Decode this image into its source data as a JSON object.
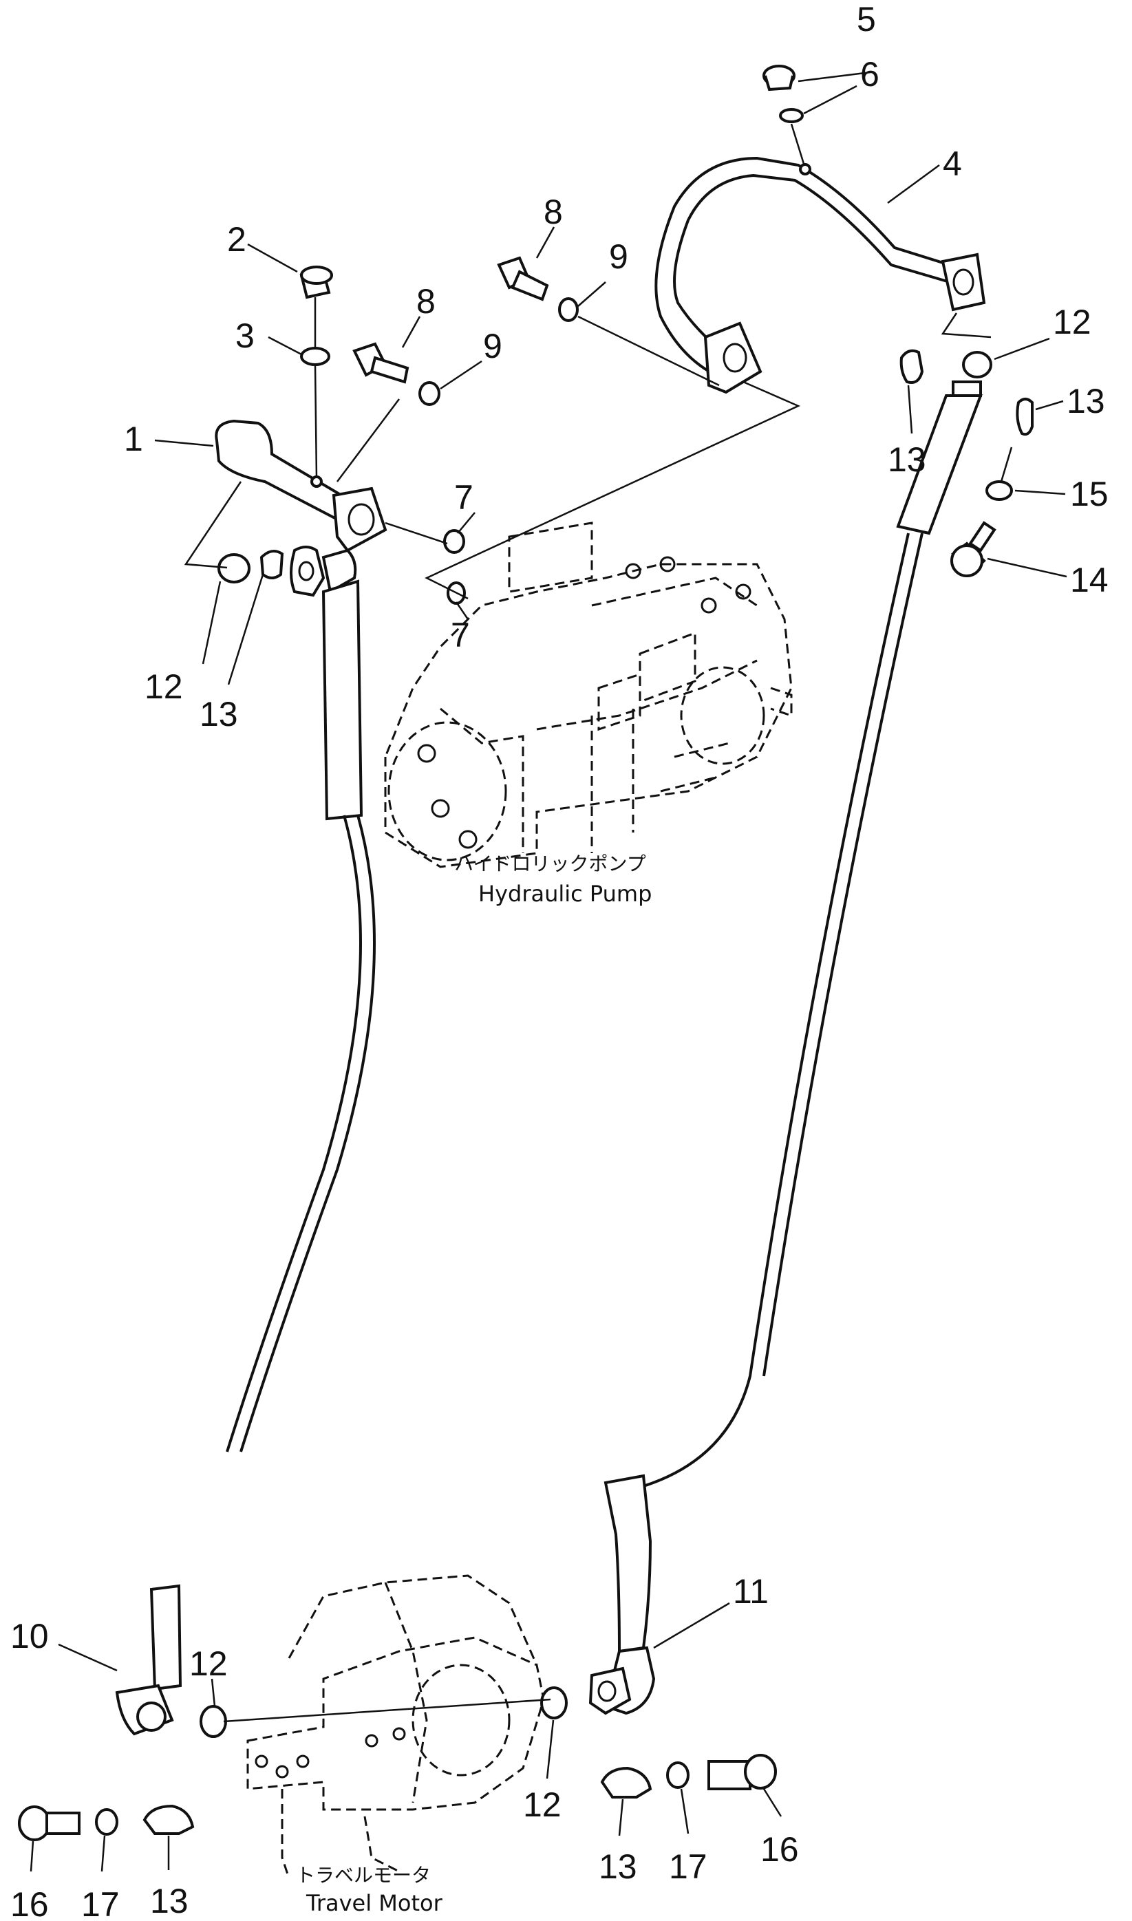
{
  "diagram": {
    "labels": {
      "pump_jp": "ハイドロリックポンプ",
      "pump_en": "Hydraulic Pump",
      "motor_jp": "トラベルモータ",
      "motor_en": "Travel Motor"
    },
    "callouts": [
      {
        "id": "c1",
        "text": "1"
      },
      {
        "id": "c2",
        "text": "2"
      },
      {
        "id": "c3",
        "text": "3"
      },
      {
        "id": "c4",
        "text": "4"
      },
      {
        "id": "c5",
        "text": "5"
      },
      {
        "id": "c6",
        "text": "6"
      },
      {
        "id": "c7a",
        "text": "7"
      },
      {
        "id": "c7b",
        "text": "7"
      },
      {
        "id": "c8a",
        "text": "8"
      },
      {
        "id": "c8b",
        "text": "8"
      },
      {
        "id": "c9a",
        "text": "9"
      },
      {
        "id": "c9b",
        "text": "9"
      },
      {
        "id": "c10",
        "text": "10"
      },
      {
        "id": "c11",
        "text": "11"
      },
      {
        "id": "c12a",
        "text": "12"
      },
      {
        "id": "c12b",
        "text": "12"
      },
      {
        "id": "c12c",
        "text": "12"
      },
      {
        "id": "c12d",
        "text": "12"
      },
      {
        "id": "c13a",
        "text": "13"
      },
      {
        "id": "c13b",
        "text": "13"
      },
      {
        "id": "c13c",
        "text": "13"
      },
      {
        "id": "c13d",
        "text": "13"
      },
      {
        "id": "c13e",
        "text": "13"
      },
      {
        "id": "c14",
        "text": "14"
      },
      {
        "id": "c15",
        "text": "15"
      },
      {
        "id": "c16a",
        "text": "16"
      },
      {
        "id": "c16b",
        "text": "16"
      },
      {
        "id": "c17a",
        "text": "17"
      },
      {
        "id": "c17b",
        "text": "17"
      }
    ]
  }
}
